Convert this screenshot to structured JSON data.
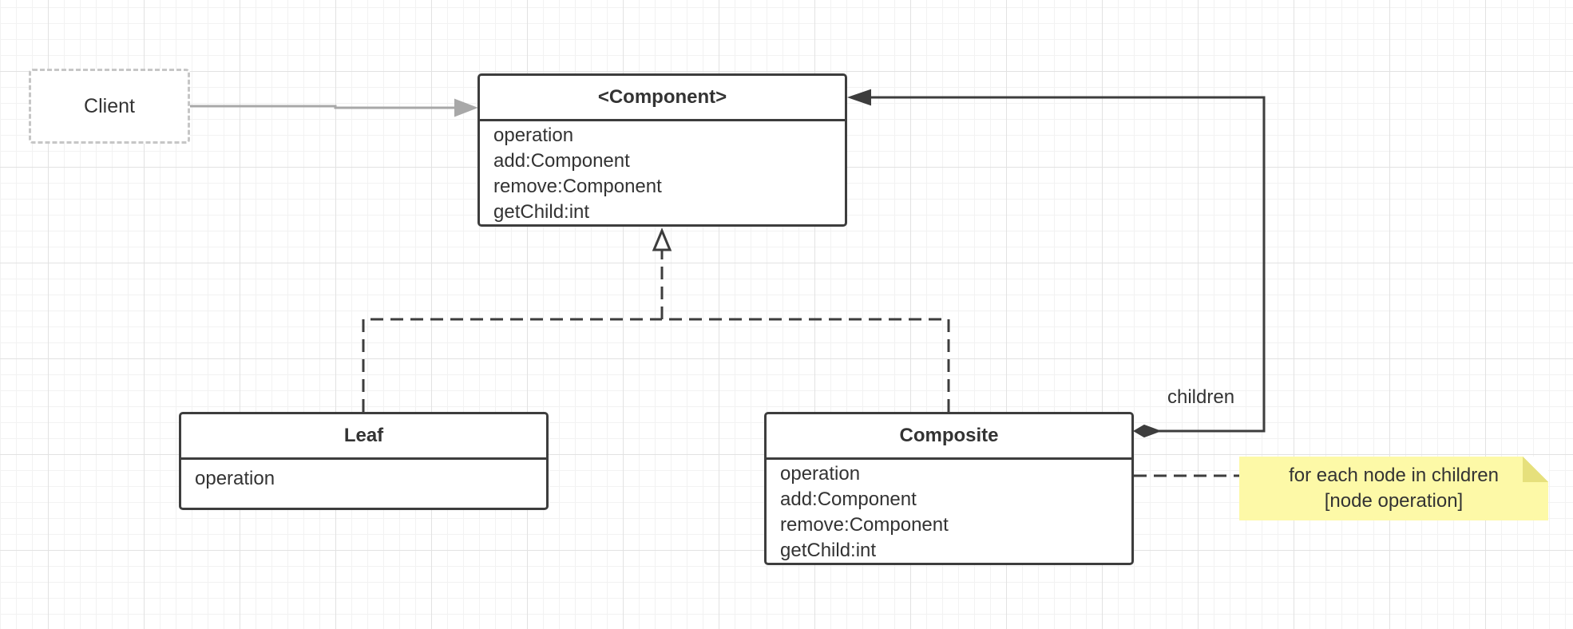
{
  "diagram": {
    "client": {
      "label": "Client"
    },
    "component": {
      "title": "<Component>",
      "members": [
        "operation",
        "add:Component",
        "remove:Component",
        "getChild:int"
      ]
    },
    "leaf": {
      "title": "Leaf",
      "members": [
        "operation"
      ]
    },
    "composite": {
      "title": "Composite",
      "members": [
        "operation",
        "add:Component",
        "remove:Component",
        "getChild:int"
      ]
    },
    "association_label": "children",
    "note": {
      "lines": [
        "for each node in children",
        "[node operation]"
      ]
    }
  },
  "colors": {
    "line": "#3d3d3d",
    "client_line": "#a8a8a8",
    "client_border": "#c6c6c6",
    "note_fill": "#fdf9a7",
    "text": "#333333"
  }
}
